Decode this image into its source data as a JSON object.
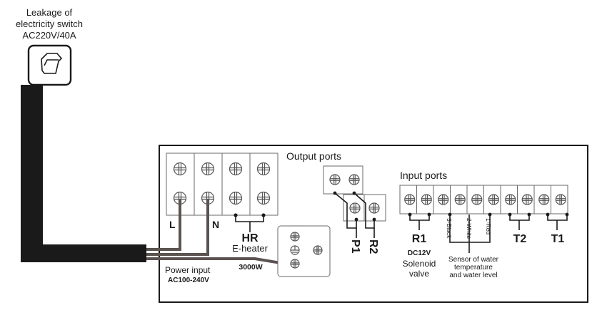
{
  "switch": {
    "title_line1": "Leakage of",
    "title_line2": "electricity switch",
    "rating": "AC220V/40A",
    "icon": "rocker-switch-icon"
  },
  "power_block": {
    "label_l": "L",
    "label_n": "N",
    "heater_code": "HR",
    "heater_name": "E-heater",
    "heater_power": "3000W",
    "power_label": "Power input",
    "power_range": "AC100-240V",
    "ground_icon": "ground-terminal-icon"
  },
  "output_ports": {
    "title": "Output ports",
    "p1": "P1",
    "r2": "R2"
  },
  "input_ports": {
    "title": "Input ports",
    "r1_code": "R1",
    "r1_voltage": "DC12V",
    "r1_name_line1": "Solenoid",
    "r1_name_line2": "valve",
    "wire3": "3-Black",
    "wire2": "2-White",
    "wire1": "1-Red",
    "sensor_line1": "Sensor of water",
    "sensor_line2": "temperature",
    "sensor_line3": "and water level",
    "t2": "T2",
    "t1": "T1"
  },
  "icons": {
    "terminal": "screw-terminal-icon"
  }
}
